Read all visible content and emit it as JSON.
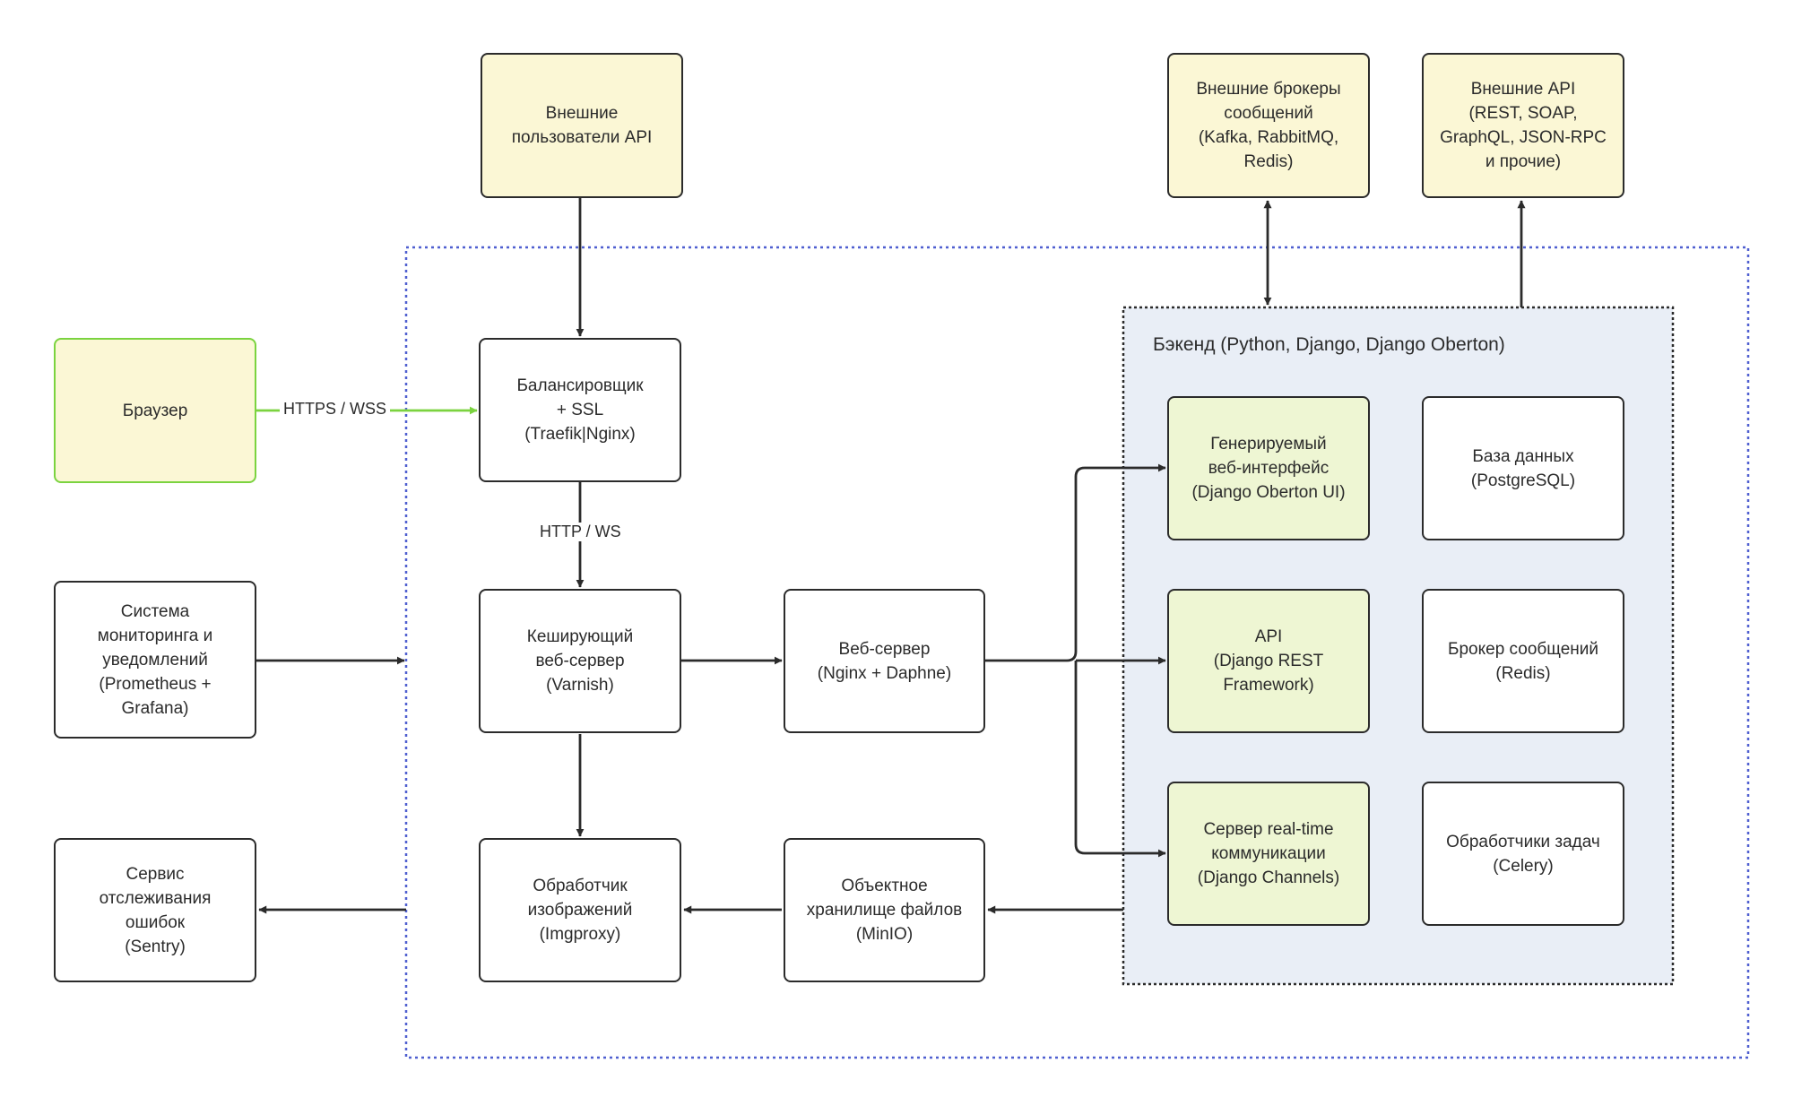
{
  "backend_group": {
    "title": "Бэкенд (Python, Django, Django Oberton)"
  },
  "nodes": {
    "external_api_users": [
      "Внешние",
      "пользователи API"
    ],
    "external_brokers": [
      "Внешние брокеры",
      "сообщений",
      "(Kafka, RabbitMQ,",
      "Redis)"
    ],
    "external_apis": [
      "Внешние API",
      "(REST, SOAP,",
      "GraphQL, JSON-RPC",
      "и прочие)"
    ],
    "browser": [
      "Браузер"
    ],
    "load_balancer": [
      "Балансировщик",
      "+ SSL",
      "(Traefik|Nginx)"
    ],
    "monitoring": [
      "Система",
      "мониторинга и",
      "уведомлений",
      "(Prometheus +",
      "Grafana)"
    ],
    "caching_server": [
      "Кеширующий",
      "веб-сервер",
      "(Varnish)"
    ],
    "web_server": [
      "Веб-сервер",
      "(Nginx + Daphne)"
    ],
    "error_tracking": [
      "Сервис",
      "отслеживания",
      "ошибок",
      "(Sentry)"
    ],
    "image_processor": [
      "Обработчик",
      "изображений",
      "(Imgproxy)"
    ],
    "object_storage": [
      "Объектное",
      "хранилище файлов",
      "(MinIO)"
    ],
    "generated_ui": [
      "Генерируемый",
      "веб-интерфейс",
      "(Django Oberton UI)"
    ],
    "database": [
      "База данных",
      "(PostgreSQL)"
    ],
    "api": [
      "API",
      "(Django REST",
      "Framework)"
    ],
    "message_broker": [
      "Брокер сообщений",
      "(Redis)"
    ],
    "realtime_server": [
      "Сервер real-time",
      "коммуникации",
      "(Django Channels)"
    ],
    "task_workers": [
      "Обработчики задач",
      "(Celery)"
    ]
  },
  "edge_labels": {
    "https_wss": "HTTPS / WSS",
    "http_ws": "HTTP / WS"
  },
  "colors": {
    "external_fill": "#fbf7d5",
    "backend_component_fill": "#eef6d3",
    "browser_border": "#7bd33f",
    "group_border": "#4f5fd0",
    "backend_fill": "#e9eef6",
    "stroke": "#2b2b2b"
  }
}
